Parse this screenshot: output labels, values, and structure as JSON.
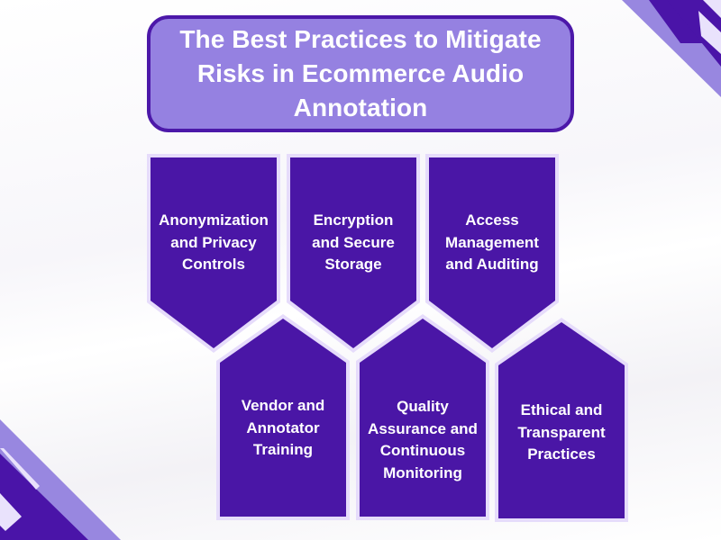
{
  "title": "The Best Practices to Mitigate Risks in Ecommerce Audio Annotation",
  "colors": {
    "shape_fill": "#4a16a6",
    "shape_outline": "#e6dcfb",
    "title_fill": "#9581e1",
    "title_border": "#4c18a9",
    "stripe_dark": "#4a14a8",
    "stripe_light": "#9887e0",
    "stripe_pale": "#e9e2fc"
  },
  "practices_top": [
    {
      "label": "Anonymization\nand Privacy\nControls"
    },
    {
      "label": "Encryption\nand Secure\nStorage"
    },
    {
      "label": "Access\nManagement\nand Auditing"
    }
  ],
  "practices_bottom": [
    {
      "label": "Vendor and\nAnnotator\nTraining"
    },
    {
      "label": "Quality\nAssurance and\nContinuous\nMonitoring"
    },
    {
      "label": "Ethical and\nTransparent\nPractices"
    }
  ]
}
